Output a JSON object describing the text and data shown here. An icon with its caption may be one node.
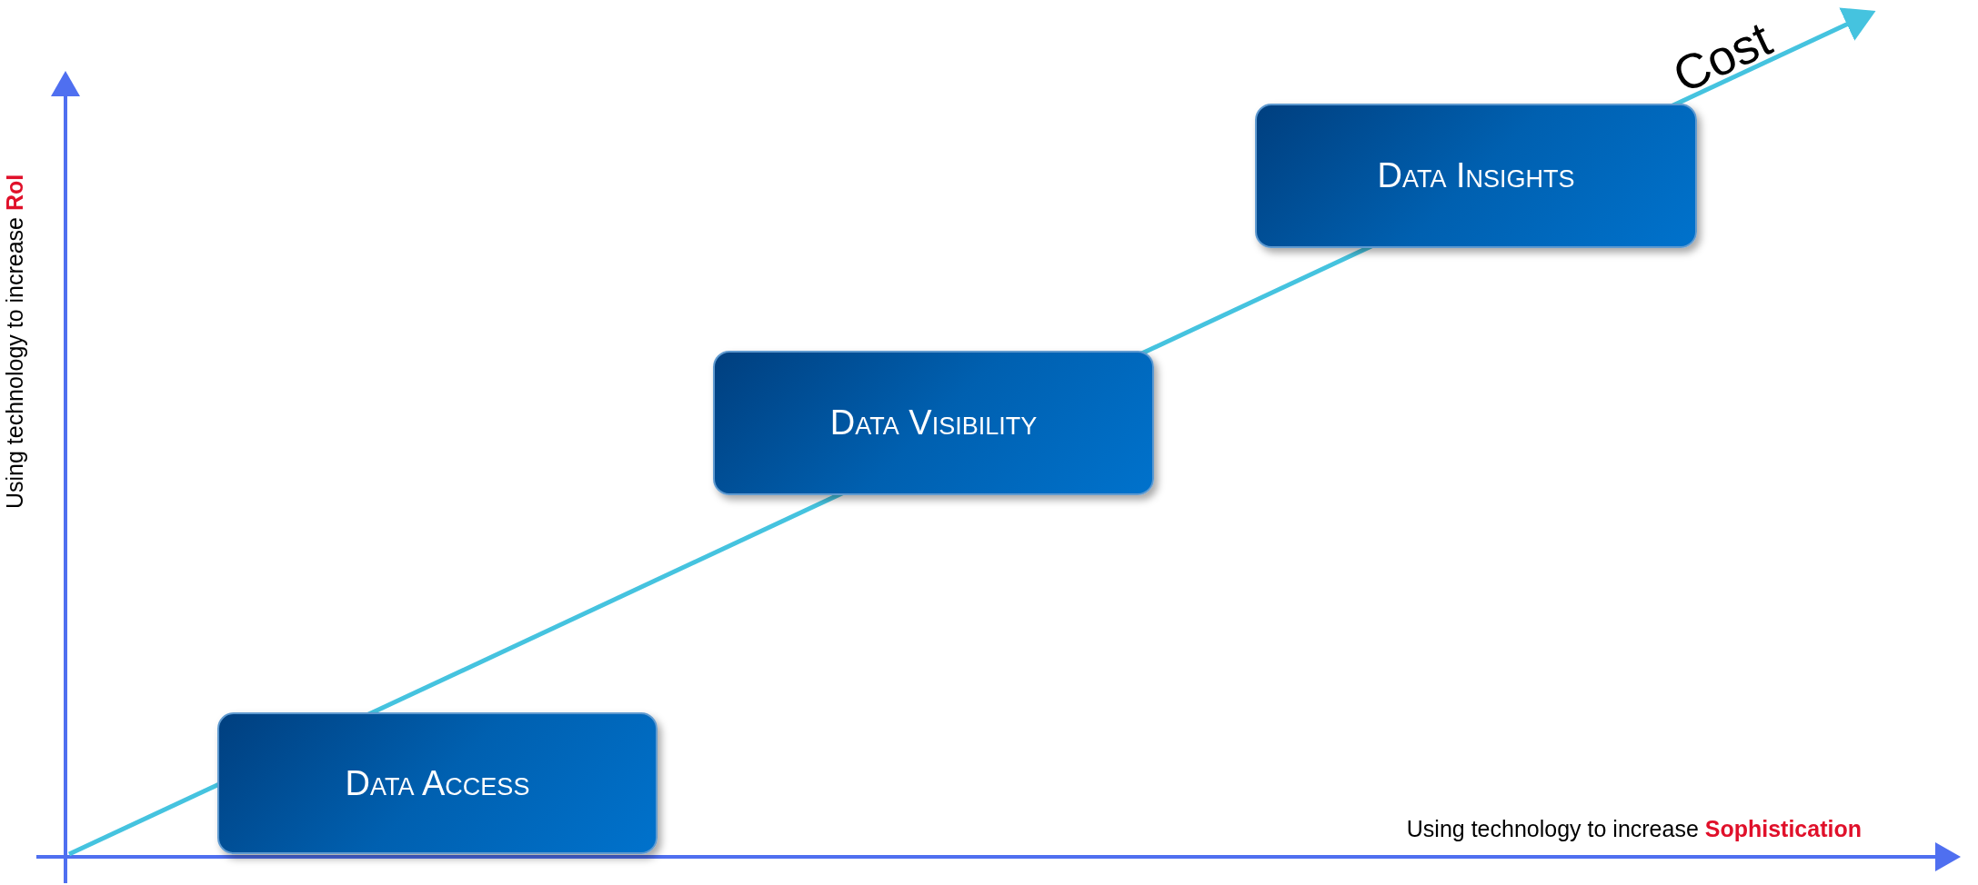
{
  "diagram": {
    "nodes": [
      {
        "text": [
          "Data Access"
        ]
      },
      {
        "text": [
          "Data Visibility"
        ]
      },
      {
        "text": [
          "Data Insights"
        ]
      }
    ],
    "labels": [
      "Cost",
      "Using technology to increase **RoI**",
      "Using technology to increase **Sophistication**"
    ]
  }
}
